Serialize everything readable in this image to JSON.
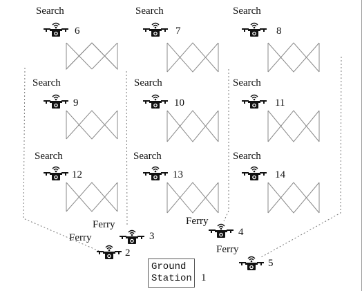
{
  "search_label": "Search",
  "ferry_label": "Ferry",
  "ground_station": {
    "line1": "Ground",
    "line2": "Station",
    "id": "1"
  },
  "search_drones": [
    {
      "id": "6"
    },
    {
      "id": "7"
    },
    {
      "id": "8"
    },
    {
      "id": "9"
    },
    {
      "id": "10"
    },
    {
      "id": "11"
    },
    {
      "id": "12"
    },
    {
      "id": "13"
    },
    {
      "id": "14"
    }
  ],
  "ferry_drones": [
    {
      "id": "2"
    },
    {
      "id": "3"
    },
    {
      "id": "4"
    },
    {
      "id": "5"
    }
  ],
  "icons": {
    "drone": "drone-icon"
  },
  "colors": {
    "line": "#777777",
    "drone": "#111111"
  }
}
